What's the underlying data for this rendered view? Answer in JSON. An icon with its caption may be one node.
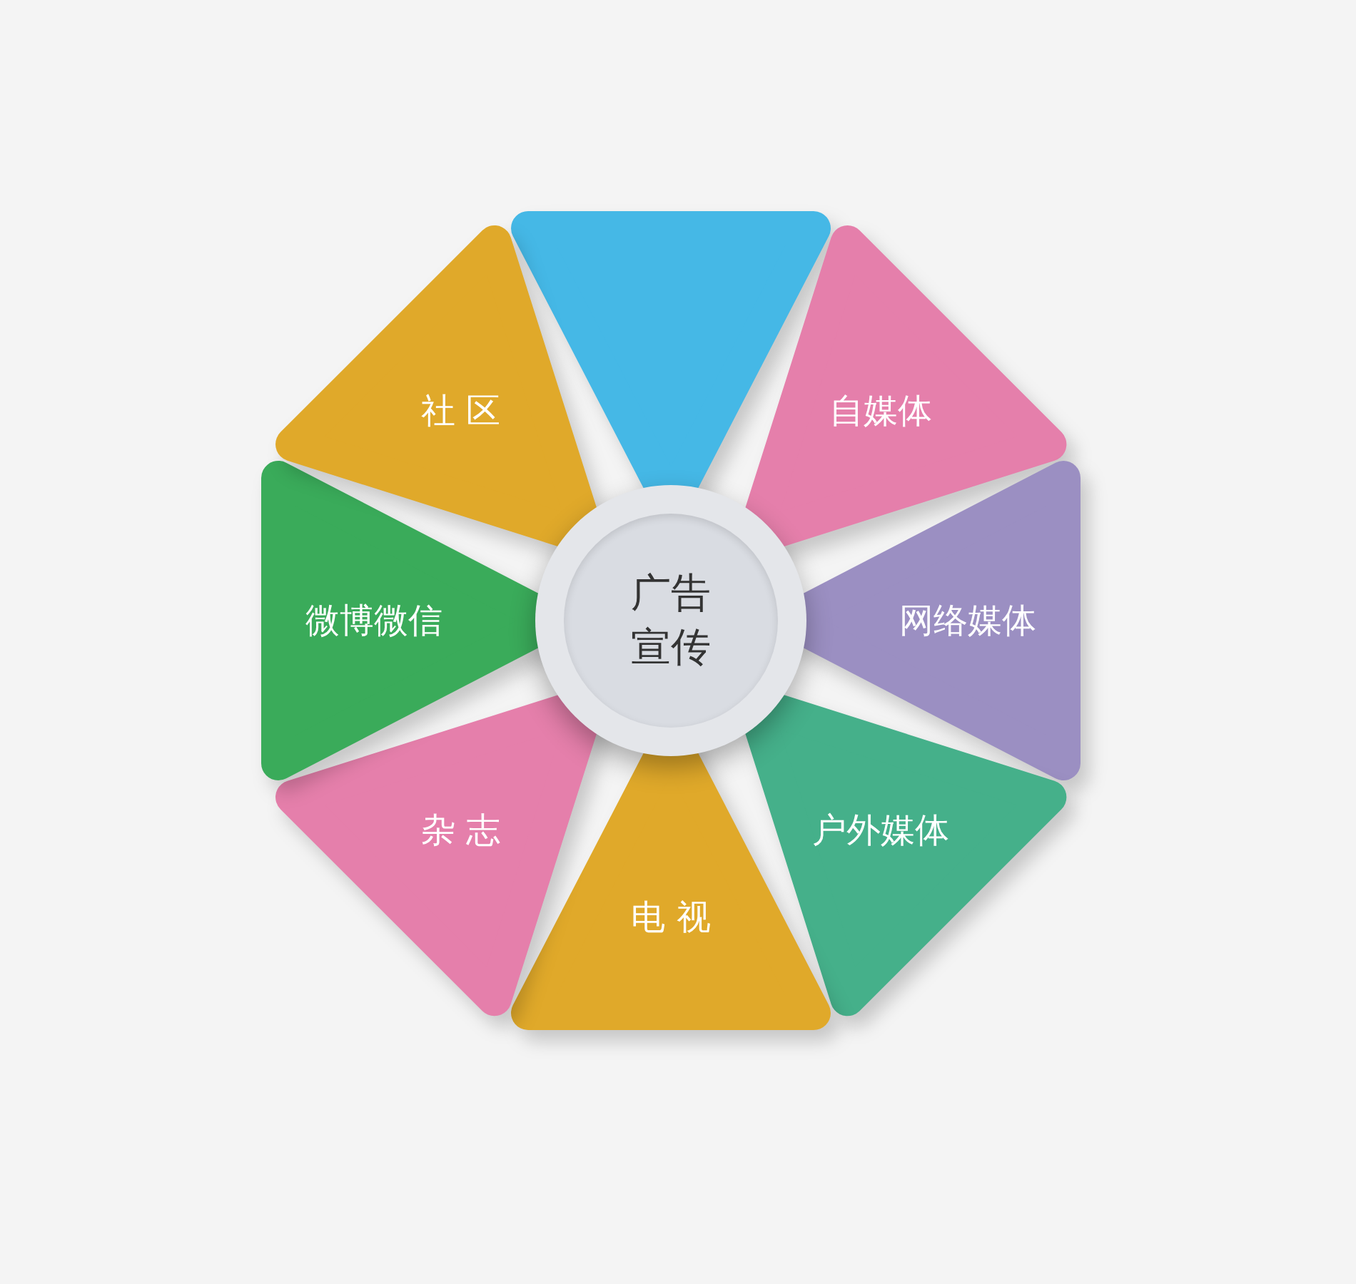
{
  "diagram": {
    "nodes": [
      {
        "text": [
          "广告宣传"
        ]
      },
      {
        "text": [],
        "shape": "triangle"
      },
      {
        "text": [
          "自媒体"
        ]
      },
      {
        "text": [
          "网络媒体"
        ]
      },
      {
        "text": [
          "户外媒体"
        ]
      },
      {
        "text": [
          "电 视"
        ]
      },
      {
        "text": [
          "杂 志"
        ]
      },
      {
        "text": [
          "微博微信"
        ]
      },
      {
        "text": [
          "社 区"
        ]
      }
    ]
  }
}
